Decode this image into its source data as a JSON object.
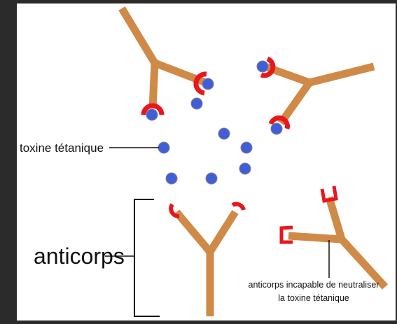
{
  "labels": {
    "toxin": "toxine tétanique",
    "antibodies": "anticorps",
    "incapable_line1": "anticorps incapable de neutraliser",
    "incapable_line2": "la toxine tétanique"
  },
  "colors": {
    "frame": "#2b2b2b",
    "background": "#ffffff",
    "antibody": "#d08a47",
    "binding_site": "#e8171c",
    "toxin": "#3f5fd6",
    "toxin_edge": "#8c7a9a",
    "line": "#111111"
  }
}
